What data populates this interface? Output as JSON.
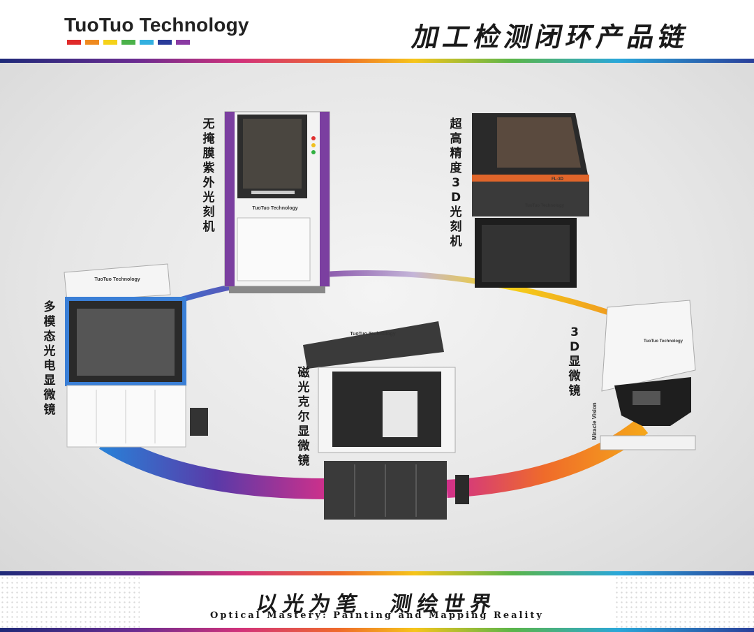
{
  "header": {
    "brand": "TuoTuo Technology",
    "title": "加工检测闭环产品链",
    "brand_bar_colors": [
      "#e02a2a",
      "#ef8a1f",
      "#f5d21a",
      "#4bb24a",
      "#33b0e0",
      "#2a3c9a",
      "#8a3aa3"
    ]
  },
  "products": [
    {
      "id": "maskless",
      "label": "无掩膜紫外光刻机"
    },
    {
      "id": "hp3d",
      "label": "超高精度3D光刻机"
    },
    {
      "id": "multimodal",
      "label": "多模态光电显微镜"
    },
    {
      "id": "kerr",
      "label": "磁光克尔显微镜"
    },
    {
      "id": "micro3d",
      "label": "3D显微镜"
    }
  ],
  "machine_marks": {
    "brand_mark": "TuoTuo Technology",
    "fl_model": "FL-3D",
    "vision_brand": "Miracle Vision"
  },
  "footer": {
    "slogan_left": "以光为笔",
    "slogan_right": "测绘世界",
    "tagline": "Optical Mastery: Painting and Mapping Reality"
  },
  "colors": {
    "accent_purple": "#7b3fa0",
    "accent_orange": "#ef6b2a",
    "accent_blue": "#3a7fd6"
  }
}
